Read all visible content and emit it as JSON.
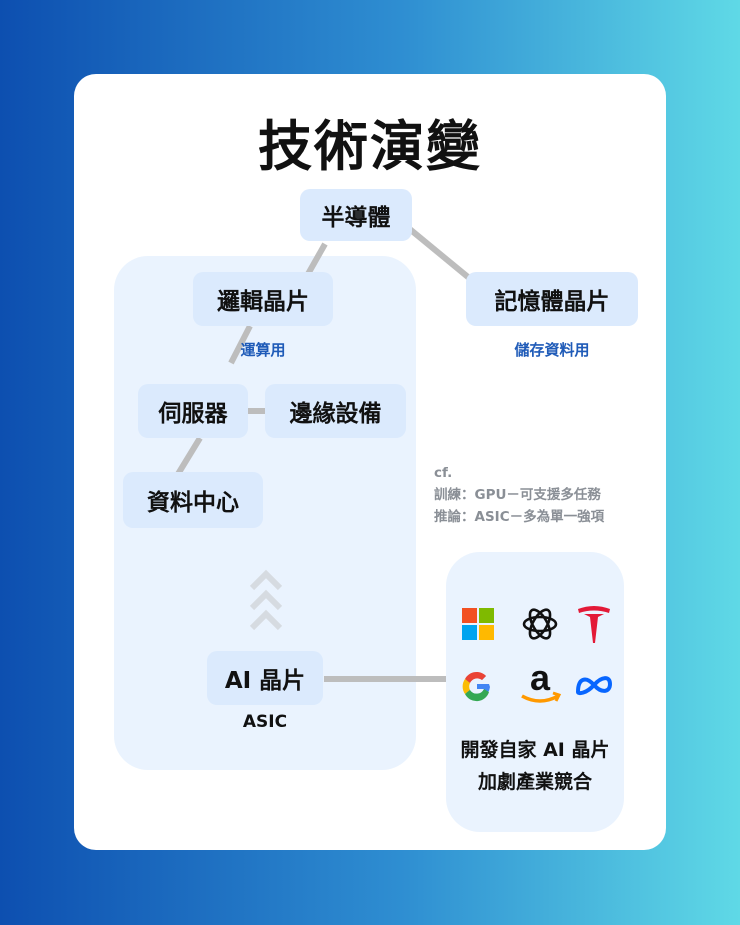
{
  "title": "技術演變",
  "nodes": {
    "semiconductor": "半導體",
    "logic_chip": "邏輯晶片",
    "memory_chip": "記憶體晶片",
    "server": "伺服器",
    "edge_device": "邊緣設備",
    "data_center": "資料中心",
    "ai_chip": "AI 晶片"
  },
  "subtitles": {
    "logic_chip": "運算用",
    "memory_chip": "儲存資料用",
    "ai_chip": "ASIC"
  },
  "note": {
    "cf": "cf.",
    "training": "訓練：GPU－可支援多任務",
    "inference": "推論：ASIC－多為單一強項"
  },
  "caption": {
    "line1": "開發自家 AI 晶片",
    "line2": "加劇產業競合"
  },
  "companies": [
    "microsoft-logo",
    "openai-logo",
    "tesla-logo",
    "google-logo",
    "amazon-logo",
    "meta-logo"
  ],
  "colors": {
    "card": "#ffffff",
    "panel": "#eaf3fe",
    "node": "#dbeafd",
    "subtitle": "#1f5bb8",
    "connector": "#bdbdbd"
  }
}
